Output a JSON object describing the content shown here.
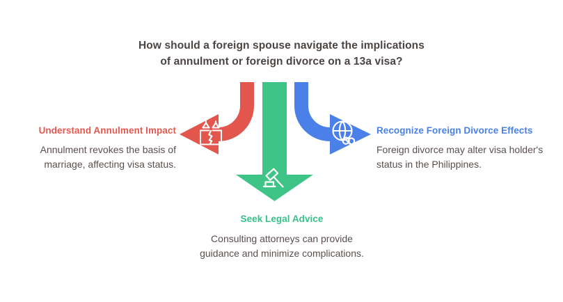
{
  "title": {
    "line1": "How should a foreign spouse navigate the implications",
    "line2": "of annulment or foreign divorce on a 13a visa?"
  },
  "colors": {
    "red": "#e2564e",
    "green": "#3fc488",
    "blue": "#4a80e8",
    "title_text": "#4b4442",
    "body_text": "#5a4f4d",
    "heading_red": "#e4594f",
    "heading_green": "#38c08a",
    "heading_blue": "#4a80e8",
    "background": "#ffffff"
  },
  "branches": [
    {
      "id": "left",
      "heading": "Understand Annulment Impact",
      "body": "Annulment revokes the basis of marriage, affecting visa status.",
      "icon": "broken-marriage-icon",
      "arrow_direction": "left",
      "color": "#e2564e"
    },
    {
      "id": "bottom",
      "heading": "Seek Legal Advice",
      "body": "Consulting attorneys can provide guidance and minimize complications.",
      "icon": "gavel-icon",
      "arrow_direction": "down",
      "color": "#3fc488"
    },
    {
      "id": "right",
      "heading": "Recognize Foreign Divorce Effects",
      "body": "Foreign divorce may alter visa holder's status in the Philippines.",
      "icon": "globe-broken-link-icon",
      "arrow_direction": "right",
      "color": "#4a80e8"
    }
  ]
}
